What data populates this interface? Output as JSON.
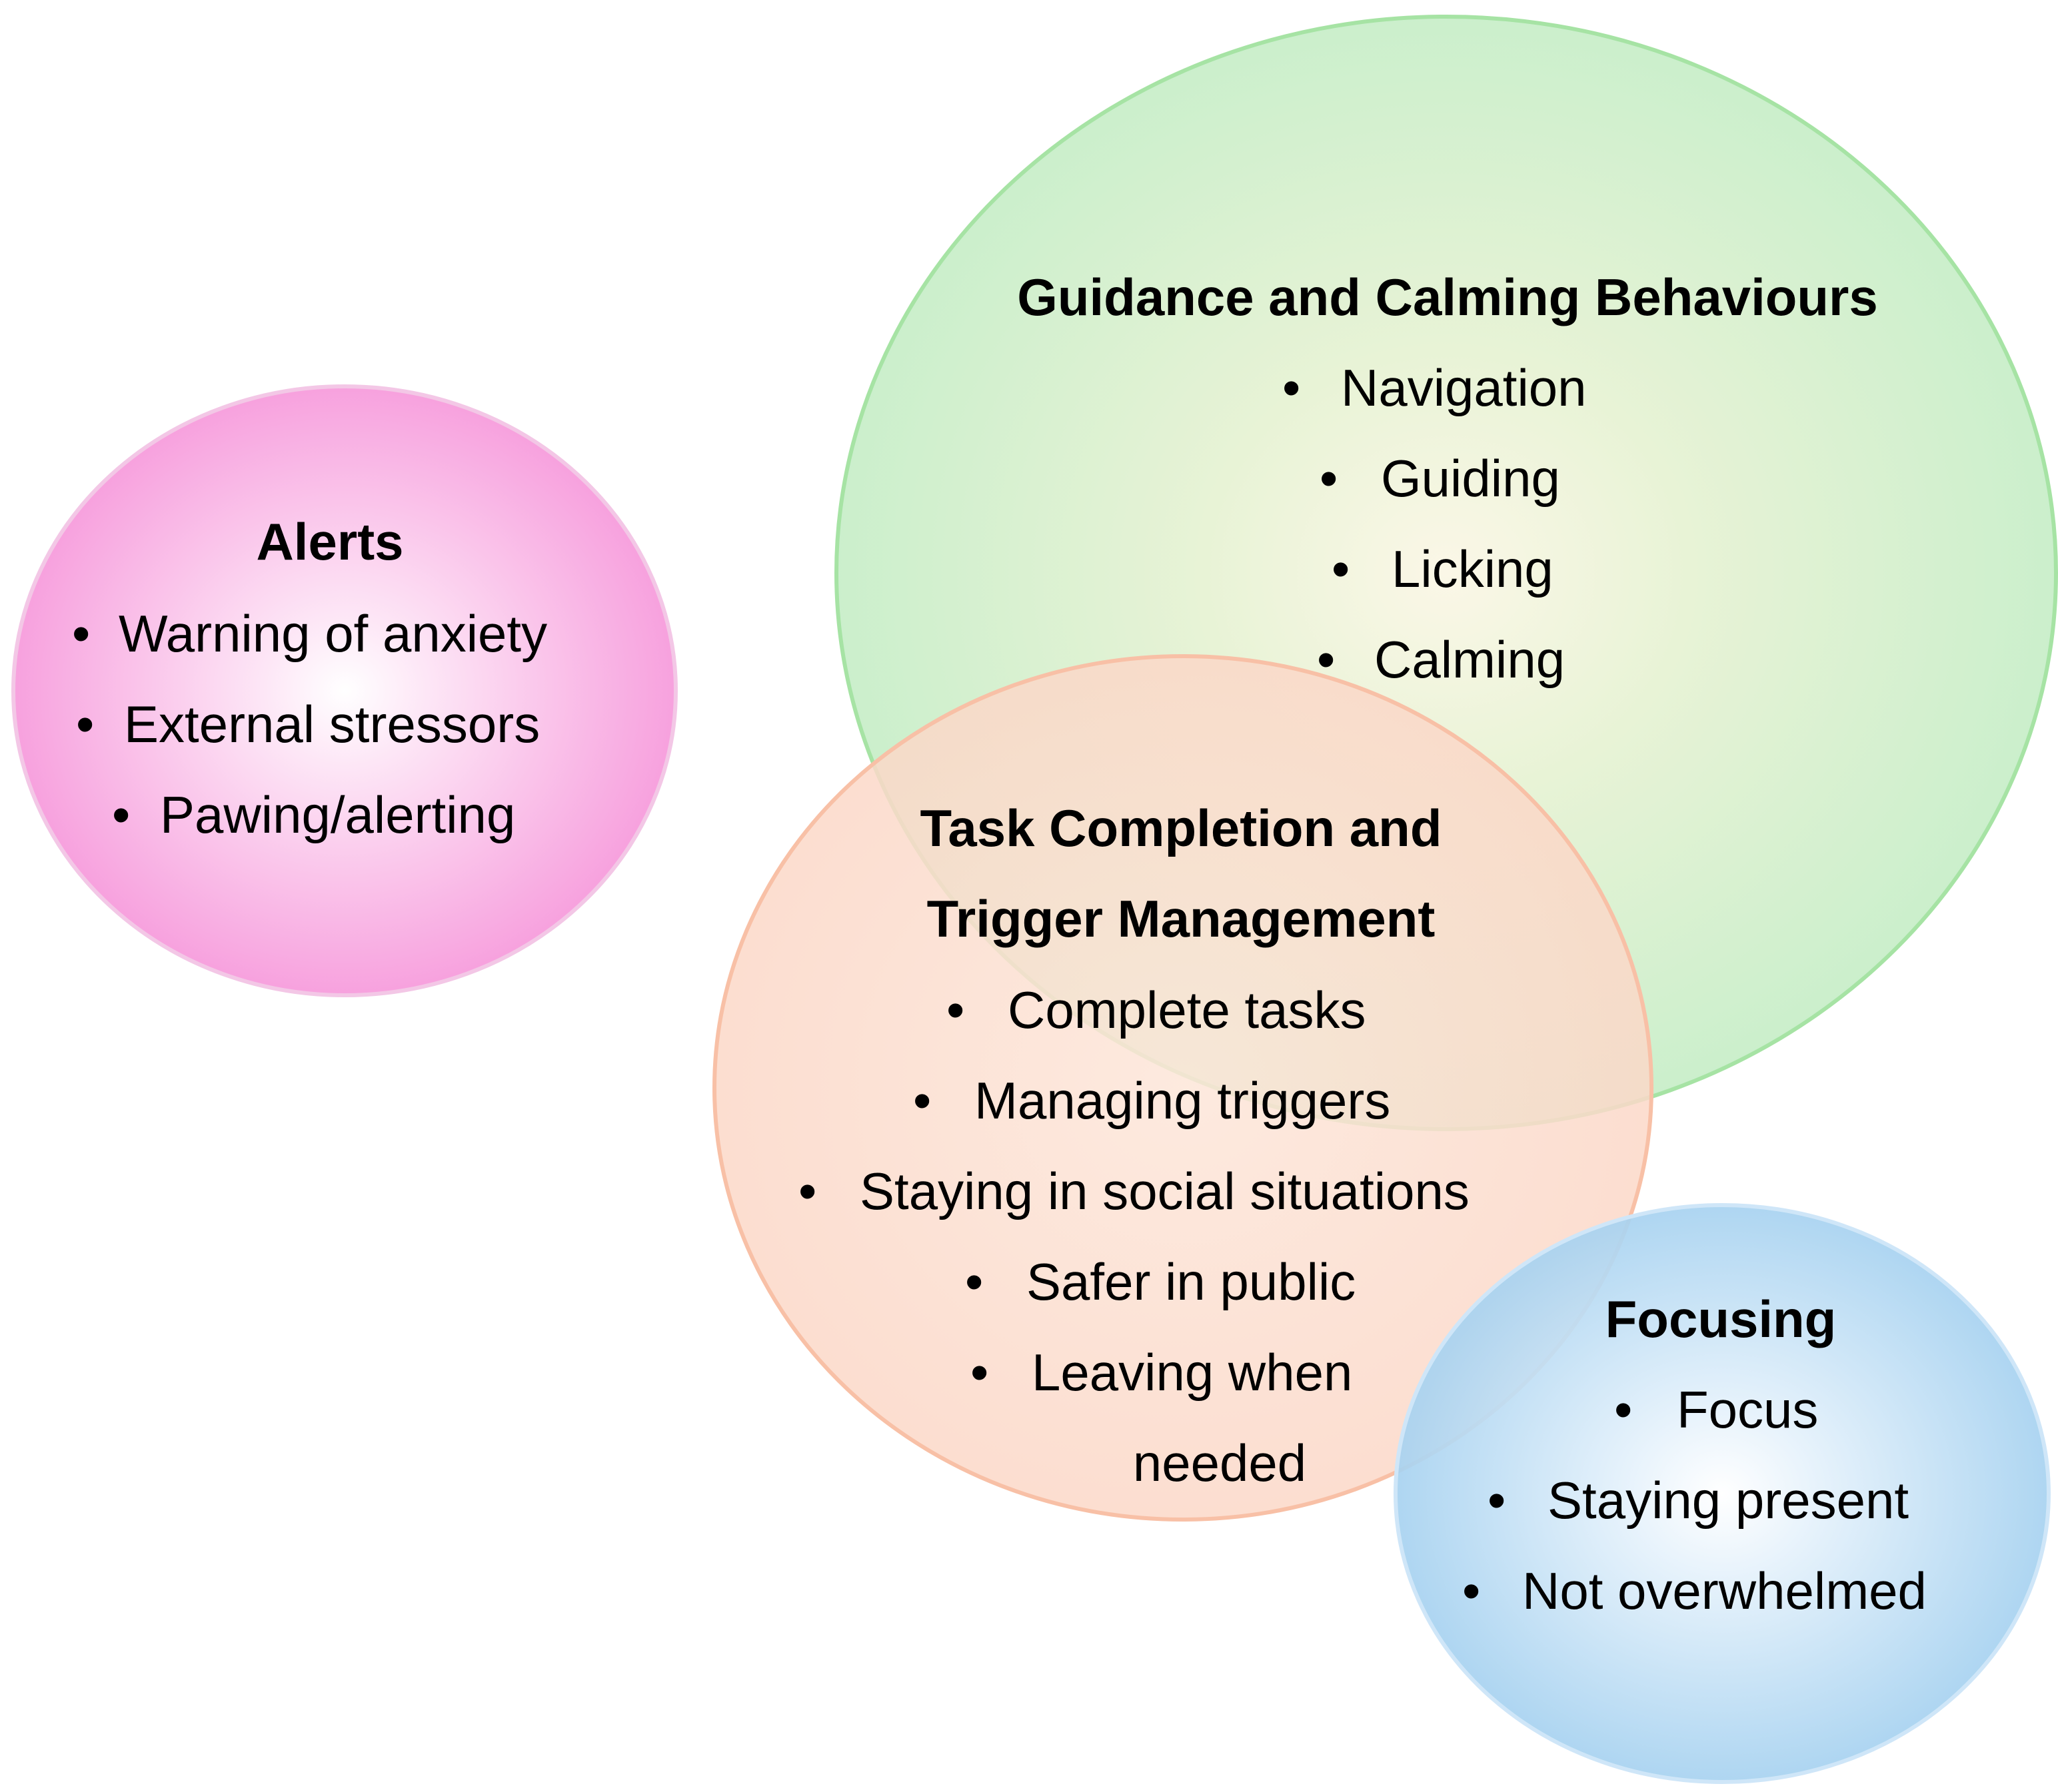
{
  "circles": {
    "alerts": {
      "title": "Alerts",
      "items": [
        "Warning of anxiety",
        "External stressors",
        "Pawing/alerting"
      ],
      "color": "#f7a1de",
      "stroke": "#f3c7e6"
    },
    "guidance": {
      "title": "Guidance and Calming Behaviours",
      "items": [
        "Navigation",
        "Guiding",
        "Licking",
        "Calming"
      ],
      "color": "#cbefcc",
      "stroke": "#a6e3a4"
    },
    "task": {
      "title_line1": "Task Completion and",
      "title_line2": "Trigger Management",
      "items": [
        "Complete tasks",
        "Managing triggers",
        "Staying in social situations",
        "Safer in public"
      ],
      "item_multiline_line1": "Leaving when",
      "item_multiline_line2": "needed",
      "color": "#fbd8c8",
      "stroke": "#f8c0a6"
    },
    "focusing": {
      "title": "Focusing",
      "items": [
        "Focus",
        "Staying present",
        "Not overwhelmed"
      ],
      "color": "#aed6f1",
      "stroke": "#cfe6f8"
    }
  },
  "bullet": "•"
}
